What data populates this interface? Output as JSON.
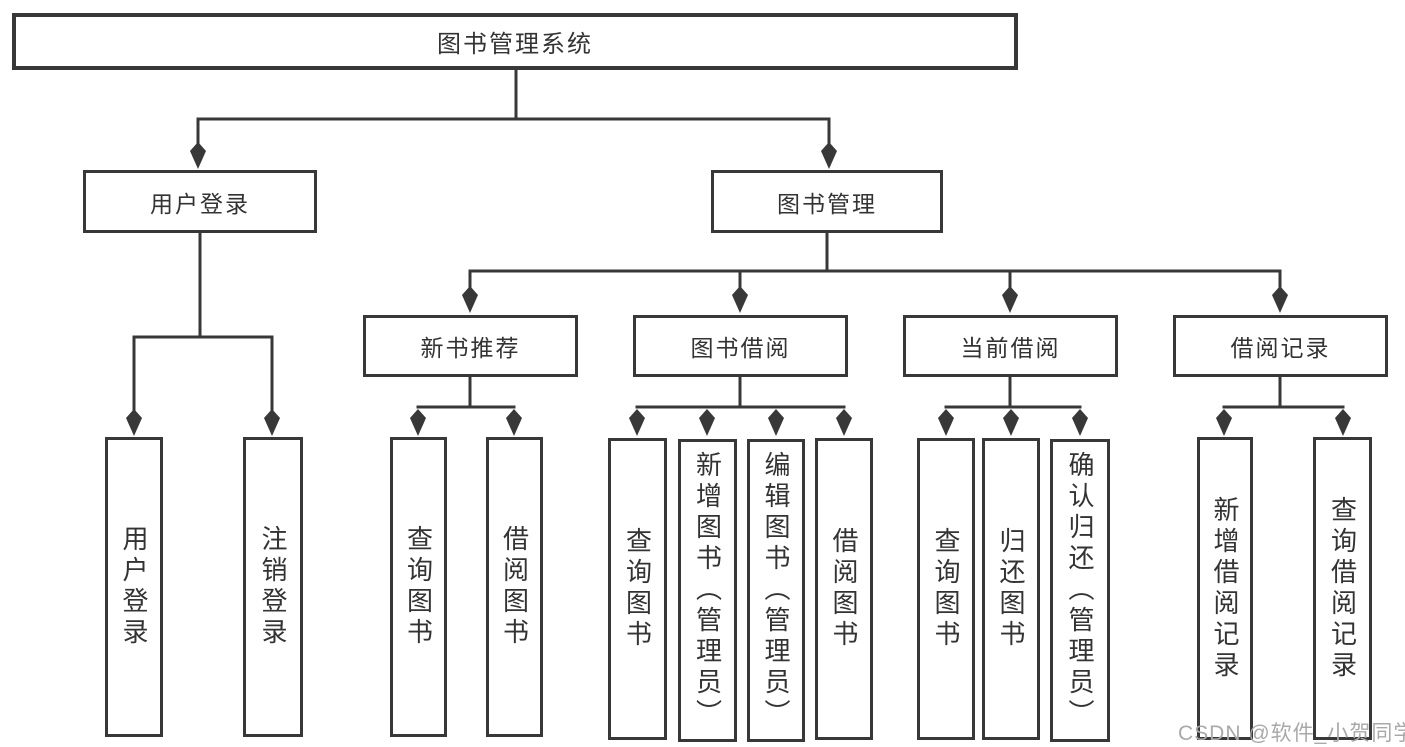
{
  "tree": {
    "label": "图书管理系统",
    "children": [
      {
        "label": "用户登录",
        "children": [
          {
            "label": "用户登录"
          },
          {
            "label": "注销登录"
          }
        ]
      },
      {
        "label": "图书管理",
        "children": [
          {
            "label": "新书推荐",
            "children": [
              {
                "label": "查询图书"
              },
              {
                "label": "借阅图书"
              }
            ]
          },
          {
            "label": "图书借阅",
            "children": [
              {
                "label": "查询图书"
              },
              {
                "label": "新增图书（管理员）"
              },
              {
                "label": "编辑图书（管理员）"
              },
              {
                "label": "借阅图书"
              }
            ]
          },
          {
            "label": "当前借阅",
            "children": [
              {
                "label": "查询图书"
              },
              {
                "label": "归还图书"
              },
              {
                "label": "确认归还（管理员）"
              }
            ]
          },
          {
            "label": "借阅记录",
            "children": [
              {
                "label": "新增借阅记录"
              },
              {
                "label": "查询借阅记录"
              }
            ]
          }
        ]
      }
    ]
  },
  "watermark": {
    "text": "CSDN @软件_小贺同学"
  },
  "colors": {
    "line": "#383838",
    "text": "#333333",
    "watermark": "#a9a9a9",
    "background": "#ffffff"
  }
}
